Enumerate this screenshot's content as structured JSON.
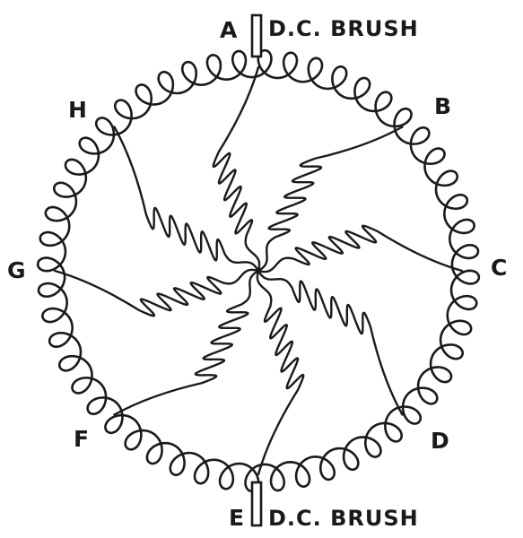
{
  "diagram": {
    "points": [
      {
        "id": "A",
        "label": "A",
        "angle_deg": 0
      },
      {
        "id": "B",
        "label": "B",
        "angle_deg": 45
      },
      {
        "id": "C",
        "label": "C",
        "angle_deg": 90
      },
      {
        "id": "D",
        "label": "D",
        "angle_deg": 135
      },
      {
        "id": "E",
        "label": "E",
        "angle_deg": 180
      },
      {
        "id": "F",
        "label": "F",
        "angle_deg": 225
      },
      {
        "id": "G",
        "label": "G",
        "angle_deg": 270
      },
      {
        "id": "H",
        "label": "H",
        "angle_deg": 315
      }
    ],
    "brushes": {
      "top": {
        "label": "D.C. BRUSH",
        "at": "A"
      },
      "bottom": {
        "label": "D.C. BRUSH",
        "at": "E"
      }
    },
    "ring_coil_turns": 52,
    "spoke_coil_turns": 5,
    "stroke_color": "#1a1a1a",
    "background": "#ffffff"
  }
}
